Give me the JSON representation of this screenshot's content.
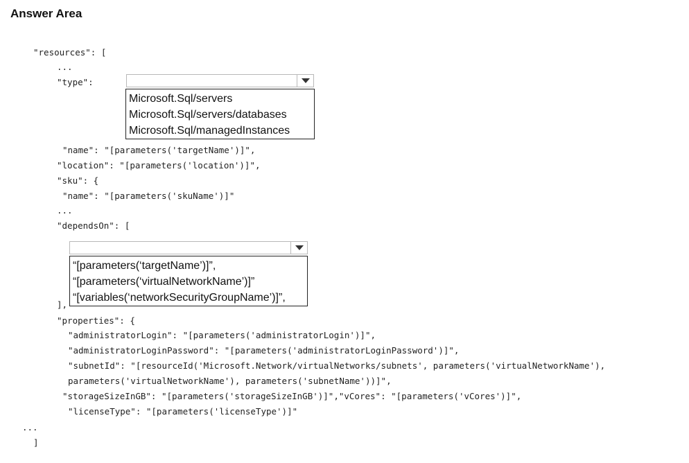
{
  "title": "Answer Area",
  "code": {
    "resources_open": "\"resources\": [",
    "ellipsis_1": "...",
    "type_label": "\"type\":",
    "name_line": "\"name\": \"[parameters('targetName')]\",",
    "location_line": "\"location\": \"[parameters('location')]\",",
    "sku_open": "\"sku\": {",
    "sku_name_line": "\"name\": \"[parameters('skuName')]\"",
    "ellipsis_2": "...",
    "depends_on_open": "\"dependsOn\": [",
    "depends_on_close": "],",
    "properties_open": "\"properties\": {",
    "admin_login_line": "\"administratorLogin\": \"[parameters('administratorLogin')]\",",
    "admin_password_line": "\"administratorLoginPassword\": \"[parameters('administratorLoginPassword')]\",",
    "subnet_line_1": "\"subnetId\": \"[resourceId('Microsoft.Network/virtualNetworks/subnets', parameters('virtualNetworkName'),",
    "subnet_line_2": "parameters('virtualNetworkName'), parameters('subnetName'))]\",",
    "storage_line": "\"storageSizeInGB\": \"[parameters('storageSizeInGB')]\",\"vCores\": \"[parameters('vCores')]\",",
    "license_line": "\"licenseType\": \"[parameters('licenseType')]\"",
    "ellipsis_3": "...",
    "resources_close": "]"
  },
  "type_dropdown": {
    "selected": "",
    "options": [
      "Microsoft.Sql/servers",
      "Microsoft.Sql/servers/databases",
      "Microsoft.Sql/managedInstances"
    ]
  },
  "depends_dropdown": {
    "selected": "",
    "options": [
      "“[parameters(‘targetName’)]”,",
      "“[parameters(‘virtualNetworkName’)]”",
      "“[variables(‘networkSecurityGroupName’)]”,"
    ]
  },
  "icons": {
    "dropdown_arrow": "chevron-down-icon"
  }
}
